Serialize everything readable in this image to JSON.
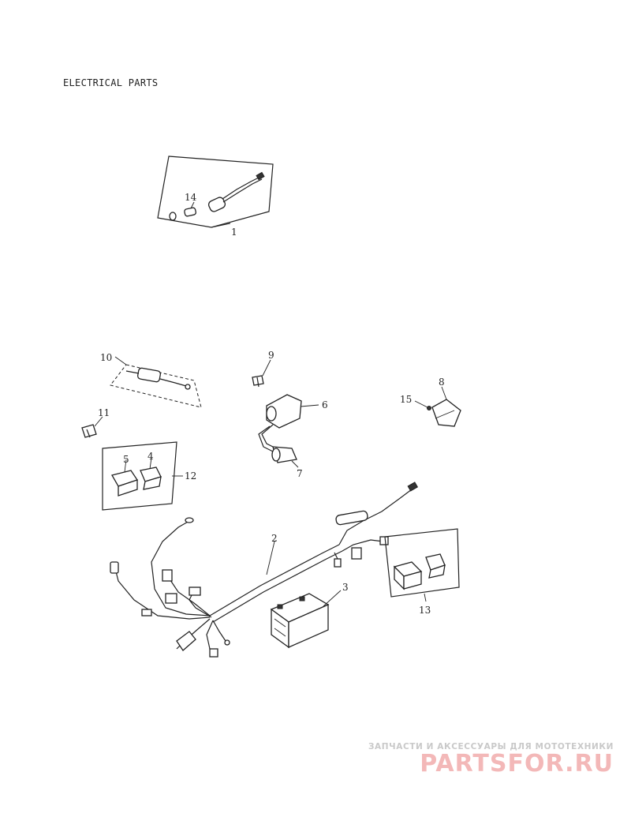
{
  "page": {
    "title": "ELECTRICAL PARTS"
  },
  "callouts": {
    "c1": "1",
    "c2": "2",
    "c3": "3",
    "c4": "4",
    "c5": "5",
    "c6": "6",
    "c7": "7",
    "c8": "8",
    "c9": "9",
    "c10": "10",
    "c11": "11",
    "c12": "12",
    "c13": "13",
    "c14": "14",
    "c15": "15"
  },
  "watermark": {
    "tagline": "ЗАПЧАСТИ И АКСЕССУАРЫ ДЛЯ МОТОТЕХНИКИ",
    "brand": "PARTSFOR.RU"
  }
}
